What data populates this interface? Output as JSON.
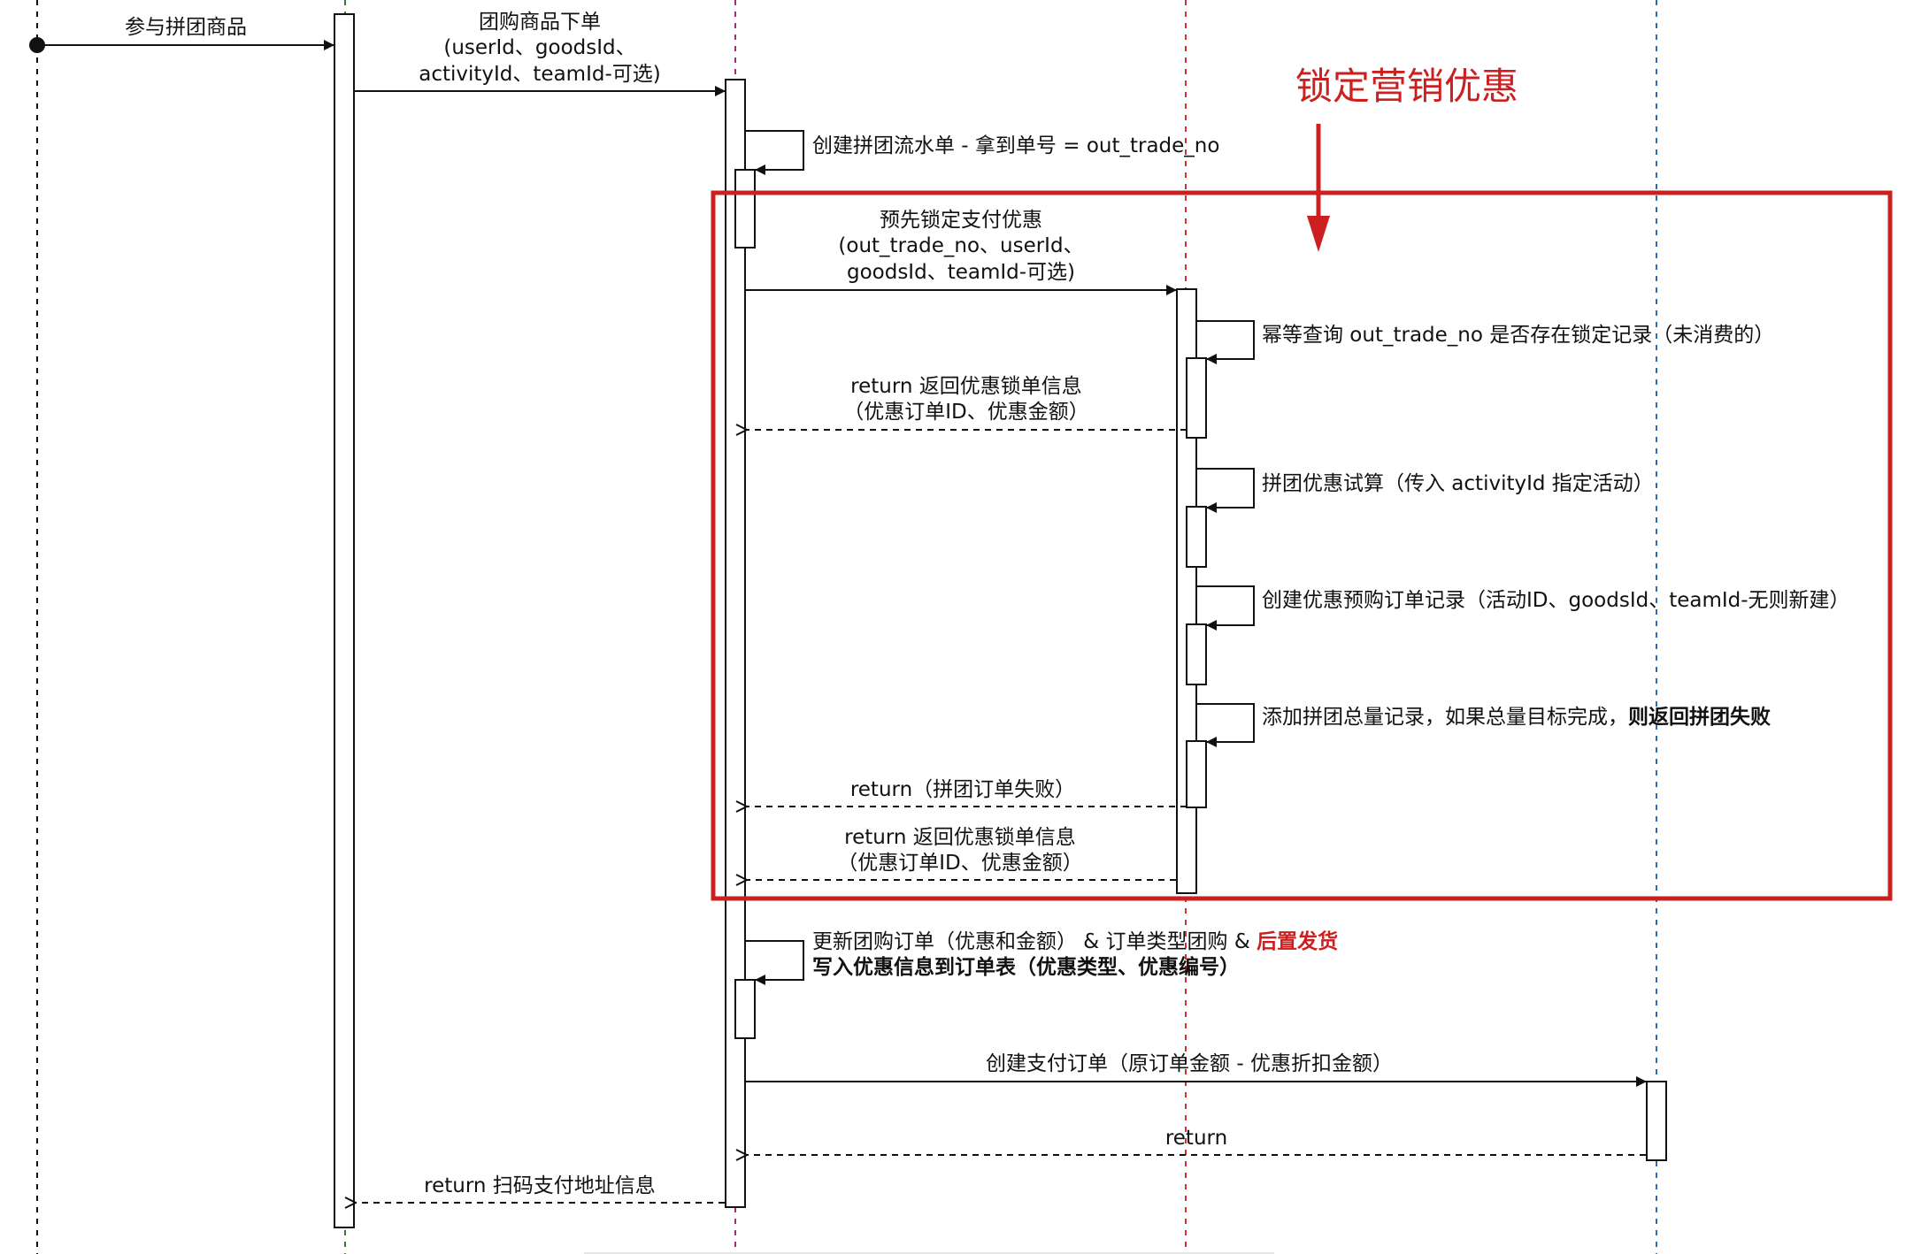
{
  "colors": {
    "lifeline_actor": "#111111",
    "lifeline_trigger": "#2e7d32",
    "lifeline_service": "#a0307a",
    "lifeline_marketing": "#d32f2f",
    "lifeline_payment": "#2c6cb0",
    "highlight_box": "#cc1f1f"
  },
  "callout": {
    "label": "锁定营销优惠"
  },
  "messages": {
    "m1": "参与拼团商品",
    "m2": [
      "团购商品下单",
      "(userId、goodsId、",
      "activityId、teamId-可选)"
    ],
    "m3": "创建拼团流水单 - 拿到单号 = out_trade_no",
    "m4": [
      "预先锁定支付优惠",
      "(out_trade_no、userId、",
      "goodsId、teamId-可选)"
    ],
    "m5": "幂等查询 out_trade_no 是否存在锁定记录（未消费的）",
    "m6": [
      "return 返回优惠锁单信息",
      "（优惠订单ID、优惠金额）"
    ],
    "m7": "拼团优惠试算（传入 activityId 指定活动）",
    "m8": "创建优惠预购订单记录（活动ID、goodsId、teamId-无则新建）",
    "m9_prefix": "添加拼团总量记录，如果总量目标完成，",
    "m9_bold": "则返回拼团失败",
    "m10": "return（拼团订单失败）",
    "m11": [
      "return 返回优惠锁单信息",
      "（优惠订单ID、优惠金额）"
    ],
    "m12_prefix": "更新团购订单（优惠和金额） & 订单类型团购 & ",
    "m12_accent": "后置发货",
    "m12_line2": "写入优惠信息到订单表（优惠类型、优惠编号）",
    "m13": "创建支付订单（原订单金额 - 优惠折扣金额）",
    "m14": "return",
    "m15": "return 扫码支付地址信息"
  }
}
